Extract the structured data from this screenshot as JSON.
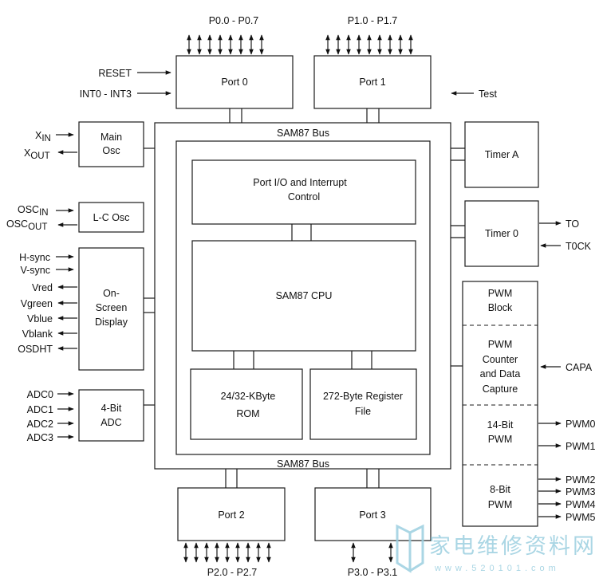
{
  "blocks": {
    "port0": "Port 0",
    "port1": "Port 1",
    "port2": "Port 2",
    "port3": "Port 3",
    "main_osc": [
      "Main",
      "Osc"
    ],
    "lc_osc": "L-C Osc",
    "osd": [
      "On-",
      "Screen",
      "Display"
    ],
    "adc": [
      "4-Bit",
      "ADC"
    ],
    "port_io": [
      "Port I/O and Interrupt",
      "Control"
    ],
    "cpu": "SAM87 CPU",
    "rom": [
      "24/32-KByte",
      "ROM"
    ],
    "reg_file": [
      "272-Byte Register",
      "File"
    ],
    "timer_a": "Timer A",
    "timer_0": "Timer 0",
    "pwm_block": [
      "PWM",
      "Block"
    ],
    "pwm_capture": [
      "PWM",
      "Counter",
      "and Data",
      "Capture"
    ],
    "pwm14": [
      "14-Bit",
      "PWM"
    ],
    "pwm8": [
      "8-Bit",
      "PWM"
    ]
  },
  "bus": {
    "top": "SAM87 Bus",
    "bottom": "SAM87 Bus"
  },
  "pins": {
    "p0": "P0.0 - P0.7",
    "p1": "P1.0 - P1.7",
    "p2": "P2.0 - P2.7",
    "p3": "P3.0 - P3.1",
    "reset": "RESET",
    "int": "INT0 - INT3",
    "test": "Test",
    "xin": {
      "main": "X",
      "sub": "IN"
    },
    "xout": {
      "main": "X",
      "sub": "OUT"
    },
    "oscin": {
      "main": "OSC",
      "sub": "IN"
    },
    "oscout": {
      "main": "OSC",
      "sub": "OUT"
    },
    "osd_pins": [
      "H-sync",
      "V-sync",
      "Vred",
      "Vgreen",
      "Vblue",
      "Vblank",
      "OSDHT"
    ],
    "adc_pins": [
      "ADC0",
      "ADC1",
      "ADC2",
      "ADC3"
    ],
    "to": "TO",
    "tock": "T0CK",
    "capa": "CAPA",
    "pwm14_pins": [
      "PWM0",
      "PWM1"
    ],
    "pwm8_pins": [
      "PWM2",
      "PWM3",
      "PWM4",
      "PWM5"
    ]
  },
  "watermark": {
    "text": "家电维修资料网",
    "url": "www.520101.com"
  }
}
